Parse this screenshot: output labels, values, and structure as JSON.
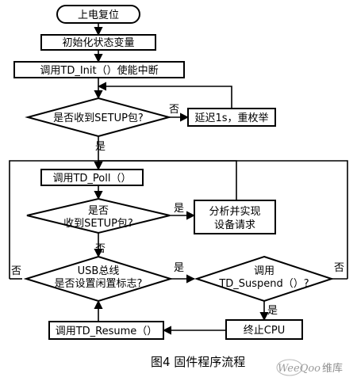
{
  "nodes": {
    "start": "上电复位",
    "init_vars": "初始化状态变量",
    "td_init": "调用TD_Init（）使能中断",
    "setup_check_1": "是否收到SETUP包?",
    "delay_reenum": "延迟1s，重枚举",
    "td_poll": "调用TD_Poll（）",
    "setup_check_2_line1": "是否",
    "setup_check_2_line2": "收到SETUP包?",
    "handle_request_line1": "分析并实现",
    "handle_request_line2": "设备请求",
    "usb_idle_line1": "USB总线",
    "usb_idle_line2": "是否设置闲置标志?",
    "suspend_check_line1": "调用",
    "suspend_check_line2": "TD_Suspend（）?",
    "td_resume": "调用TD_Resume（）",
    "stop_cpu": "终止CPU"
  },
  "edge_labels": {
    "no_1": "否",
    "yes_1": "是",
    "yes_2": "是",
    "no_2": "否",
    "no_3": "否",
    "yes_3": "是",
    "no_4": "否",
    "yes_4": "是"
  },
  "caption": "图4  固件程序流程",
  "watermark": {
    "logo": "WeeQoo",
    "text": "维库"
  }
}
